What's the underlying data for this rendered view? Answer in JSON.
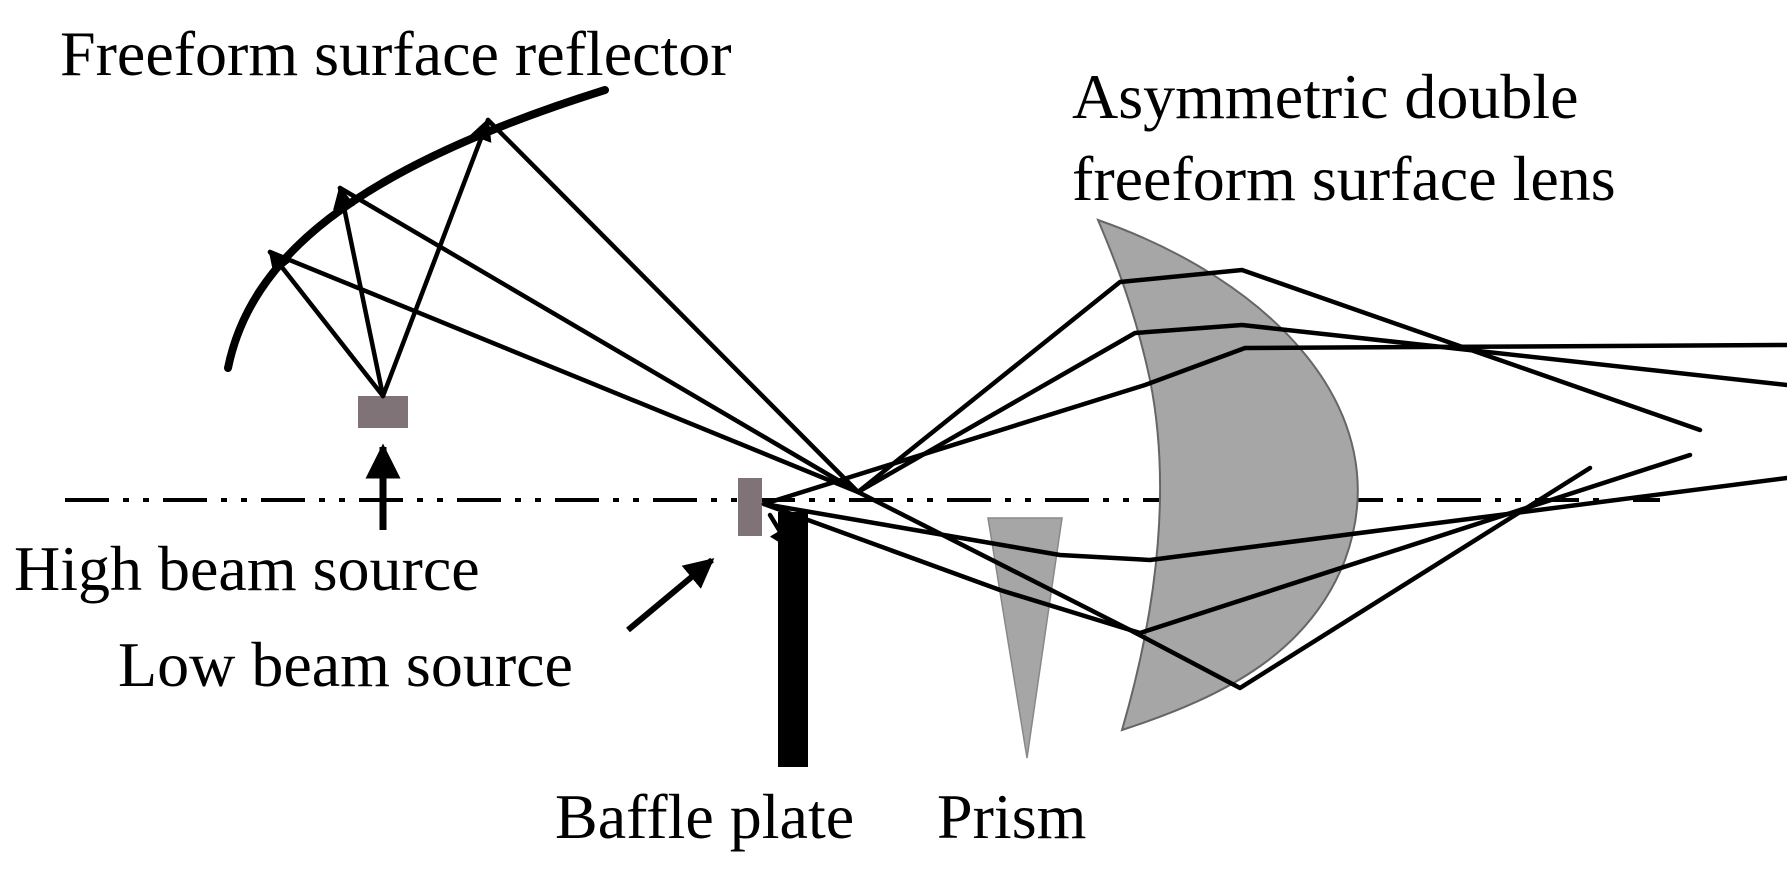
{
  "labels": {
    "reflector": "Freeform surface reflector",
    "lens_line1": "Asymmetric double",
    "lens_line2": "freeform surface lens",
    "high_beam": "High beam source",
    "low_beam": "Low beam source",
    "baffle": "Baffle plate",
    "prism": "Prism"
  },
  "colors": {
    "ink": "#000000",
    "component_gray": "#a6a6a6",
    "source_gray": "#7f7377"
  }
}
